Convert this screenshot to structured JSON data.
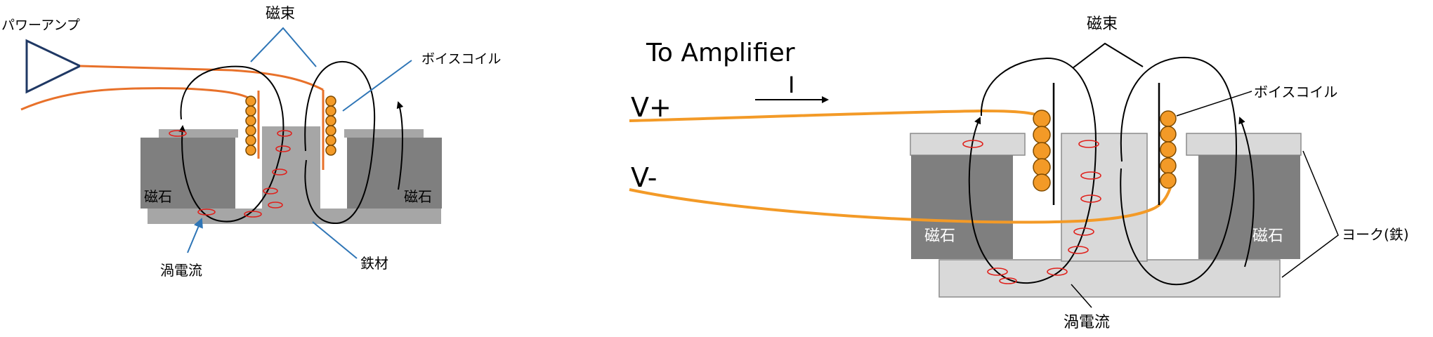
{
  "left_diagram": {
    "amp_label": "パワーアンプ",
    "flux_label": "磁束",
    "coil_label": "ボイスコイル",
    "magnet_left_label": "磁石",
    "magnet_right_label": "磁石",
    "eddy_label": "渦電流",
    "iron_label": "鉄材"
  },
  "right_diagram": {
    "amp_label": "To Amplifier",
    "current_label": "I",
    "vplus_label": "V+",
    "vminus_label": "V-",
    "flux_label": "磁束",
    "coil_label": "ボイスコイル",
    "magnet_left_label": "磁石",
    "magnet_right_label": "磁石",
    "yoke_label": "ヨーク(鉄)",
    "eddy_label": "渦電流"
  },
  "colors": {
    "wire": "#e8712a",
    "wire_right": "#f39a27",
    "coil_fill": "#f39a27",
    "magnet": "#7f7f7f",
    "iron_left": "#a6a6a6",
    "iron_right": "#d9d9d9",
    "leader_blue": "#2e75b6",
    "eddy": "#e0201b"
  }
}
